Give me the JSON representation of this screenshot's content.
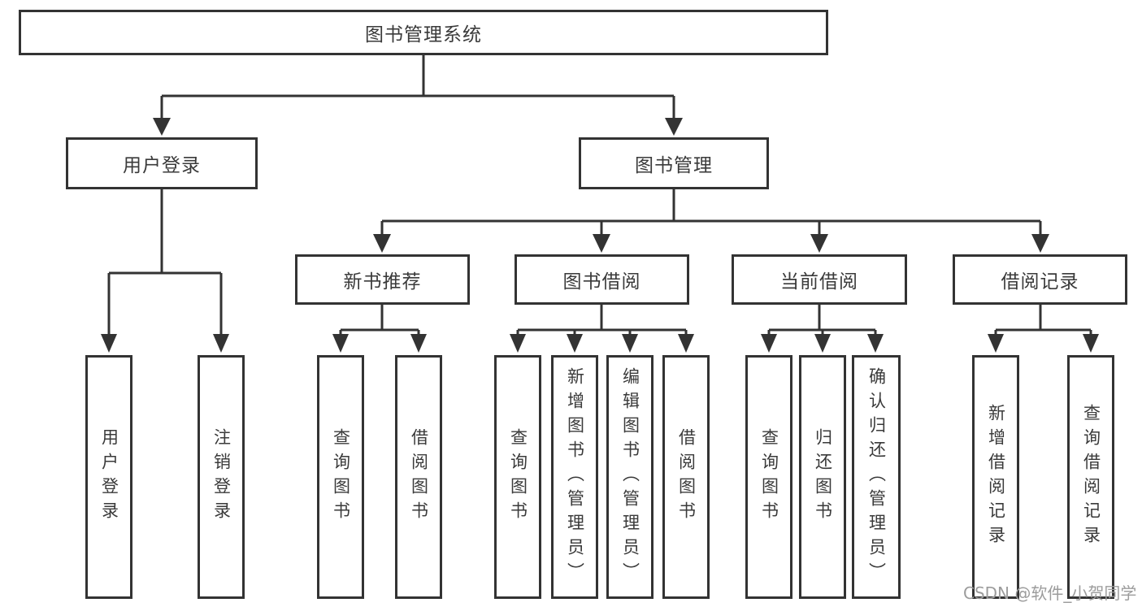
{
  "tree": {
    "label": "图书管理系统",
    "children": [
      {
        "label": "用户登录",
        "children": [
          {
            "label": "用户登录"
          },
          {
            "label": "注销登录"
          }
        ]
      },
      {
        "label": "图书管理",
        "children": [
          {
            "label": "新书推荐",
            "children": [
              {
                "label": "查询图书"
              },
              {
                "label": "借阅图书"
              }
            ]
          },
          {
            "label": "图书借阅",
            "children": [
              {
                "label": "查询图书"
              },
              {
                "label": "新增图书（管理员）"
              },
              {
                "label": "编辑图书（管理员）"
              },
              {
                "label": "借阅图书"
              }
            ]
          },
          {
            "label": "当前借阅",
            "children": [
              {
                "label": "查询图书"
              },
              {
                "label": "归还图书"
              },
              {
                "label": "确认归还（管理员）"
              }
            ]
          },
          {
            "label": "借阅记录",
            "children": [
              {
                "label": "新增借阅记录"
              },
              {
                "label": "查询借阅记录"
              }
            ]
          }
        ]
      }
    ]
  },
  "watermark": {
    "text": "CSDN @软件_小贺同学"
  },
  "colors": {
    "line": "#333333",
    "text": "#3a3a3a",
    "box_fill": "#ffffff",
    "watermark": "#9c9c9c",
    "background": "#ffffff"
  }
}
